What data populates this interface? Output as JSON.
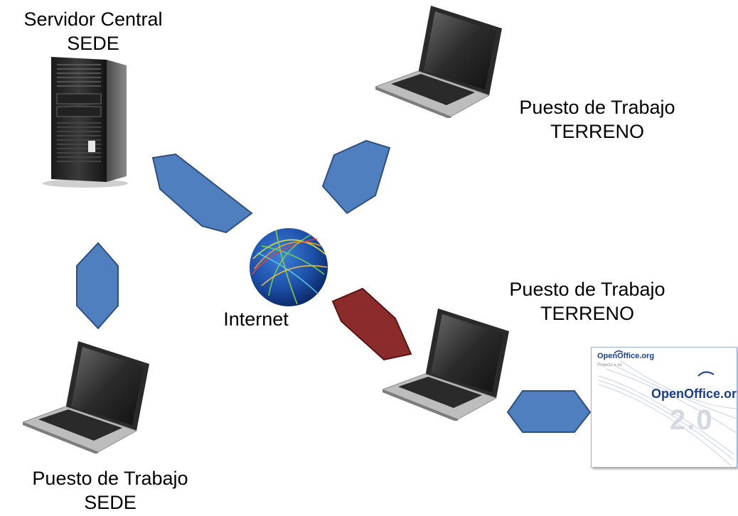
{
  "labels": {
    "server": [
      "Servidor Central",
      "SEDE"
    ],
    "terreno_top": [
      "Puesto de Trabajo",
      "TERRENO"
    ],
    "terreno_mid": [
      "Puesto de Trabajo",
      "TERRENO"
    ],
    "sede_bottom": [
      "Puesto de Trabajo",
      "SEDE"
    ],
    "internet": "Internet"
  },
  "openoffice": {
    "small_brand": "OpenOffice.org",
    "tagline": "Projects » es",
    "big_brand": "OpenOffice.org",
    "version": "2.0"
  },
  "colors": {
    "connector_blue": "#4f7fbf",
    "connector_blue_border": "#2f4f80",
    "connector_red": "#8b2b2b",
    "connector_red_border": "#5a1414"
  },
  "icons": [
    "server-tower-icon",
    "laptop-icon",
    "globe-icon"
  ]
}
